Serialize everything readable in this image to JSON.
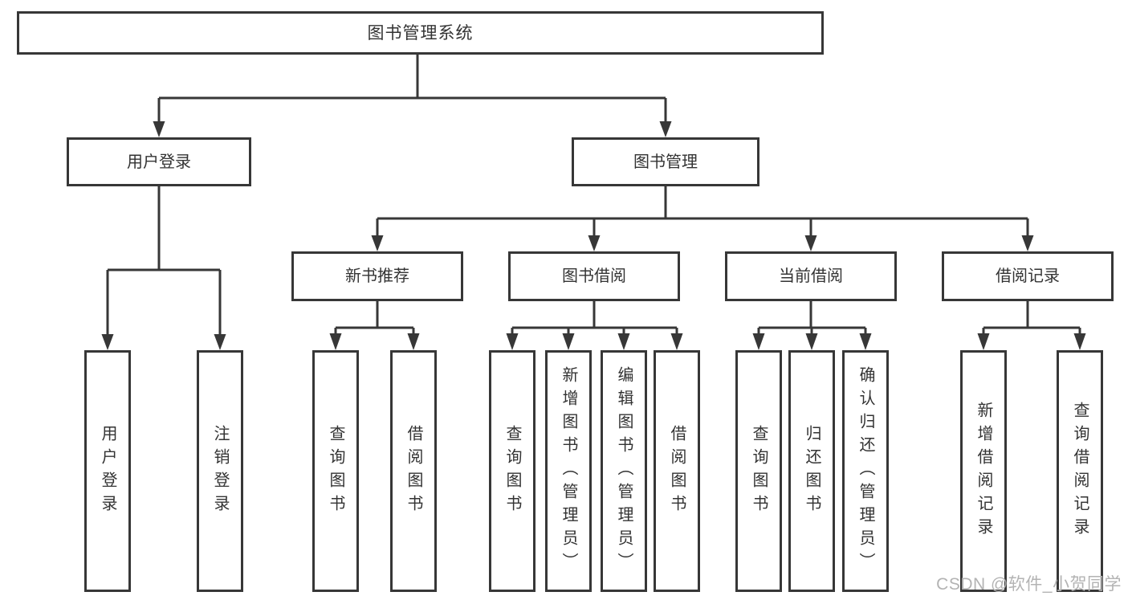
{
  "colors": {
    "line": "#373737",
    "border": "#373737",
    "text": "#333333",
    "watermark": "#b3b3b3",
    "background": "#ffffff"
  },
  "watermark": {
    "text": "CSDN @软件_小贺同学"
  },
  "nodes": {
    "root": {
      "label": "图书管理系统"
    },
    "login": {
      "label": "用户登录"
    },
    "manage": {
      "label": "图书管理"
    },
    "recommend": {
      "label": "新书推荐"
    },
    "borrow": {
      "label": "图书借阅"
    },
    "current": {
      "label": "当前借阅"
    },
    "records": {
      "label": "借阅记录"
    },
    "l_user_login": {
      "label": "用户登录"
    },
    "l_logout": {
      "label": "注销登录"
    },
    "l_query1": {
      "label": "查询图书"
    },
    "l_borrow1": {
      "label": "借阅图书"
    },
    "l_query2": {
      "label": "查询图书"
    },
    "l_add_book": {
      "label": "新增图书（管理员）"
    },
    "l_edit_book": {
      "label": "编辑图书（管理员）"
    },
    "l_borrow2": {
      "label": "借阅图书"
    },
    "l_query3": {
      "label": "查询图书"
    },
    "l_return": {
      "label": "归还图书"
    },
    "l_confirm": {
      "label": "确认归还（管理员）"
    },
    "l_add_rec": {
      "label": "新增借阅记录"
    },
    "l_query_rec": {
      "label": "查询借阅记录"
    }
  }
}
